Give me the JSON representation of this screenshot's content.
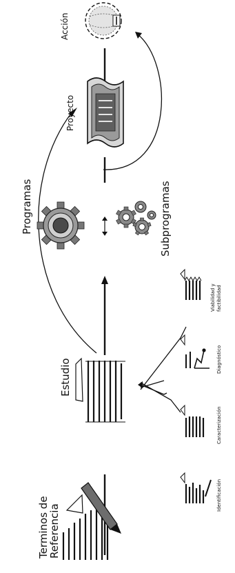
{
  "nodes": {
    "terminos": "Terminos de Referencia",
    "estudio": "Estudio",
    "programas": "Programas",
    "subprogramas": "Subprogramas",
    "proyecto": "Proyecto",
    "accion": "Acción"
  },
  "studies": [
    "Identificación",
    "Caracterización",
    "Diagnóstico",
    "Viabilidad y factibilidad"
  ]
}
